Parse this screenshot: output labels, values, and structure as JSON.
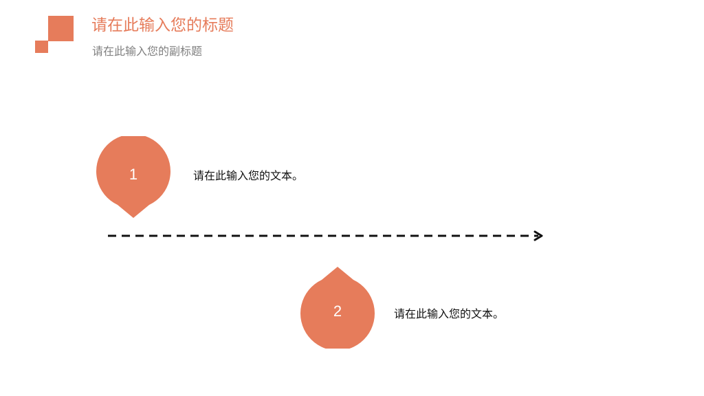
{
  "header": {
    "title": "请在此输入您的标题",
    "subtitle": "请在此输入您的副标题"
  },
  "steps": [
    {
      "number": "1",
      "text": "请在此输入您的文本。"
    },
    {
      "number": "2",
      "text": "请在此输入您的文本。"
    }
  ],
  "colors": {
    "accent": "#e67c5b",
    "subtitle": "#808080",
    "text": "#111111",
    "arrow": "#111111"
  }
}
